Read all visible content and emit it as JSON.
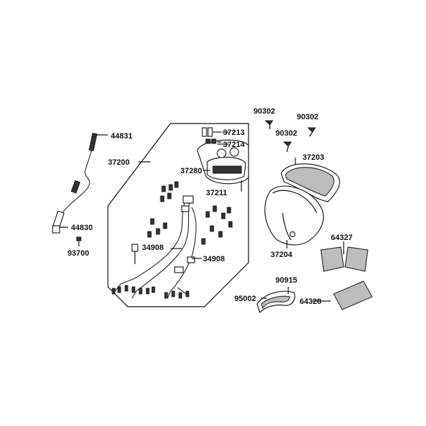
{
  "labels": {
    "p44831": "44831",
    "p44830": "44830",
    "p93700": "93700",
    "p37200": "37200",
    "p37213": "37213",
    "p37214": "37214",
    "p37280": "37280",
    "p37211": "37211",
    "p34908a": "34908",
    "p34908b": "34908",
    "p90302a": "90302",
    "p90302b": "90302",
    "p90302c": "90302",
    "p37203": "37203",
    "p37204": "37204",
    "p64327": "64327",
    "p64328": "64328",
    "p90915": "90915",
    "p95002": "95002"
  }
}
